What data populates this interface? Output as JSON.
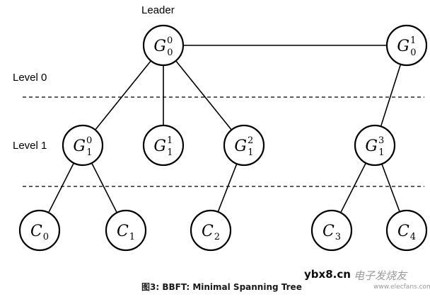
{
  "labels": {
    "leader": "Leader",
    "level0": "Level 0",
    "level1": "Level 1"
  },
  "nodes": [
    {
      "id": "G00",
      "base": "G",
      "sub": "0",
      "sup": "0"
    },
    {
      "id": "G01",
      "base": "G",
      "sub": "0",
      "sup": "1"
    },
    {
      "id": "G10",
      "base": "G",
      "sub": "1",
      "sup": "0"
    },
    {
      "id": "G11",
      "base": "G",
      "sub": "1",
      "sup": "1"
    },
    {
      "id": "G12",
      "base": "G",
      "sub": "1",
      "sup": "2"
    },
    {
      "id": "G13",
      "base": "G",
      "sub": "1",
      "sup": "3"
    },
    {
      "id": "C0",
      "base": "C",
      "sub": "0",
      "sup": ""
    },
    {
      "id": "C1",
      "base": "C",
      "sub": "1",
      "sup": ""
    },
    {
      "id": "C2",
      "base": "C",
      "sub": "2",
      "sup": ""
    },
    {
      "id": "C3",
      "base": "C",
      "sub": "3",
      "sup": ""
    },
    {
      "id": "C4",
      "base": "C",
      "sub": "4",
      "sup": ""
    }
  ],
  "edges": [
    [
      "G00",
      "G01"
    ],
    [
      "G00",
      "G10"
    ],
    [
      "G00",
      "G11"
    ],
    [
      "G00",
      "G12"
    ],
    [
      "G01",
      "G13"
    ],
    [
      "G10",
      "C0"
    ],
    [
      "G10",
      "C1"
    ],
    [
      "G12",
      "C2"
    ],
    [
      "G13",
      "C3"
    ],
    [
      "G13",
      "C4"
    ]
  ],
  "caption": "图3: BBFT: Minimal Spanning Tree",
  "watermark": {
    "site": "ybx8.cn",
    "brand": "电子发烧友",
    "url": "www.elecfans.com"
  }
}
